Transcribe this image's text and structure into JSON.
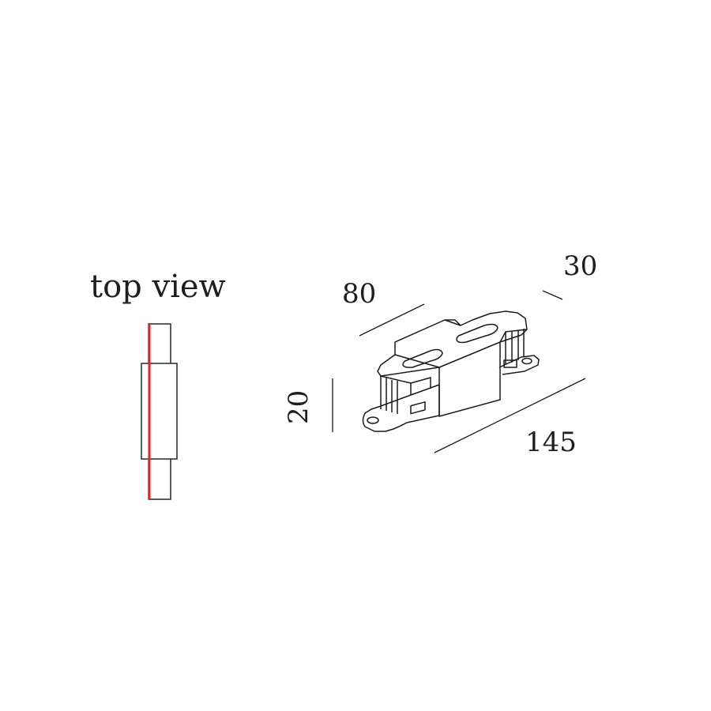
{
  "top_view": {
    "label": "top view",
    "highlight_color": "#e52521"
  },
  "dimensions": {
    "length": "145",
    "segment": "80",
    "width": "30",
    "height": "20"
  },
  "colors": {
    "line": "#1a1a1a",
    "highlight": "#e52521",
    "background": "#ffffff"
  }
}
